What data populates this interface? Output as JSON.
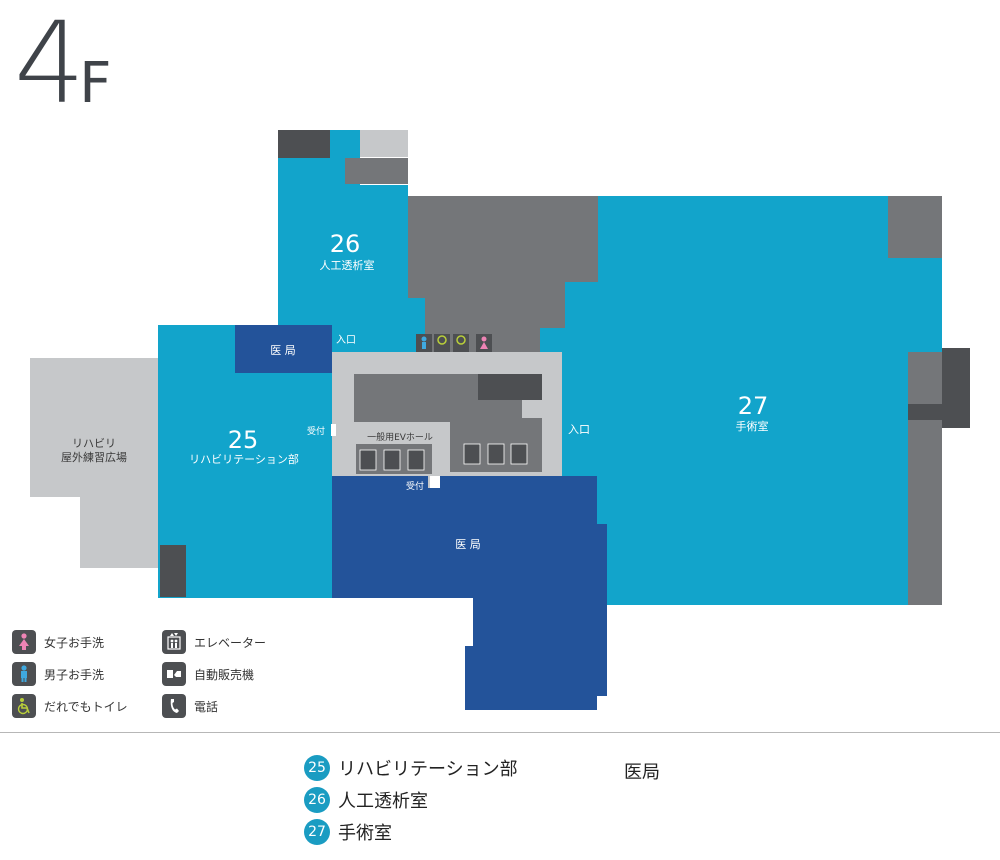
{
  "floor": {
    "number": "4",
    "suffix": "F"
  },
  "colors": {
    "light_blue": "#12a4cb",
    "dark_blue": "#23539a",
    "gray": "#747679",
    "light_gray": "#c6c8ca",
    "icon_bg": "#4d4f52"
  },
  "rooms": {
    "r25": {
      "number": "25",
      "name": "リハビリテーション部"
    },
    "r26": {
      "number": "26",
      "name": "人工透析室"
    },
    "r27": {
      "number": "27",
      "name": "手術室"
    },
    "ikyoku_small": "医 局",
    "ikyoku_large": "医 局",
    "rehab_outdoor_1": "リハビリ",
    "rehab_outdoor_2": "屋外練習広場"
  },
  "labels": {
    "entrance_top": "入口",
    "entrance_right": "入口",
    "reception_left": "受付",
    "reception_bottom": "受付",
    "ev_hall": "一般用EVホール"
  },
  "legend": [
    {
      "icon": "female-toilet-icon",
      "label": "女子お手洗"
    },
    {
      "icon": "male-toilet-icon",
      "label": "男子お手洗"
    },
    {
      "icon": "accessible-toilet-icon",
      "label": "だれでもトイレ"
    },
    {
      "icon": "elevator-icon",
      "label": "エレベーター"
    },
    {
      "icon": "vending-machine-icon",
      "label": "自動販売機"
    },
    {
      "icon": "telephone-icon",
      "label": "電話"
    }
  ],
  "key": [
    {
      "number": "25",
      "label": "リハビリテーション部"
    },
    {
      "number": "26",
      "label": "人工透析室"
    },
    {
      "number": "27",
      "label": "手術室"
    }
  ],
  "key_right": "医局"
}
